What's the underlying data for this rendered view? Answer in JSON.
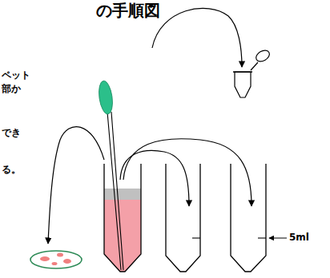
{
  "diagram": {
    "title": "の手順図",
    "labels": [
      "ペット",
      "部か",
      "でき",
      "る。",
      "5ml"
    ]
  }
}
